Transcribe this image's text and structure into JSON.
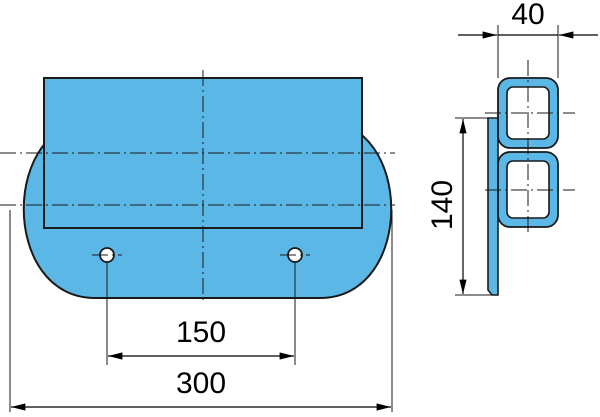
{
  "dimensions": {
    "width_label": "300",
    "hole_spacing_label": "150",
    "profile_width_label": "40",
    "height_label": "140"
  },
  "colors": {
    "fill": "#5BB8E6",
    "stroke": "#1a1a1a",
    "centerline": "#1a1a1a"
  }
}
